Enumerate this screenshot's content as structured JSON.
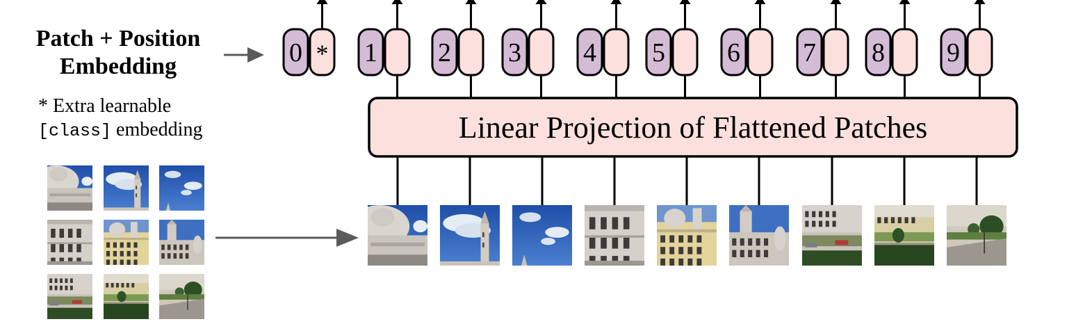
{
  "caption": {
    "title_line1": "Patch + Position",
    "title_line2": "Embedding",
    "note_star": "*",
    "note_line1": "Extra learnable",
    "note_code": "[class]",
    "note_line2_rest": "embedding"
  },
  "projection": {
    "label": "Linear Projection of Flattened Patches"
  },
  "tokens": [
    "0",
    "1",
    "2",
    "3",
    "4",
    "5",
    "6",
    "7",
    "8",
    "9"
  ],
  "class_token_symbol": "*",
  "patches": [
    {
      "name": "patch-1",
      "scene": "dome-sky"
    },
    {
      "name": "patch-2",
      "scene": "sky-tower"
    },
    {
      "name": "patch-3",
      "scene": "sky"
    },
    {
      "name": "patch-4",
      "scene": "facade-windows"
    },
    {
      "name": "patch-5",
      "scene": "facade-yellow"
    },
    {
      "name": "patch-6",
      "scene": "tower-facade"
    },
    {
      "name": "patch-7",
      "scene": "street-cars"
    },
    {
      "name": "patch-8",
      "scene": "garden-hedge"
    },
    {
      "name": "patch-9",
      "scene": "street-trees"
    }
  ],
  "colors": {
    "position_embedding": "#d4bcd6",
    "patch_embedding": "#fbe0de",
    "projection_fill": "#fbe0de",
    "stroke": "#000000",
    "arrow": "#5a5a5a"
  }
}
